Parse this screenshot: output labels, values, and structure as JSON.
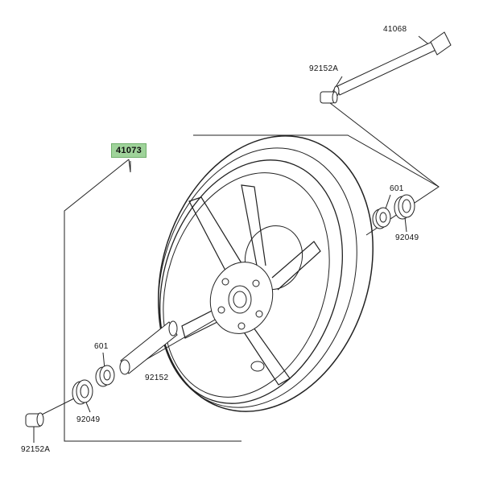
{
  "diagram": {
    "title_part": "41073",
    "highlight_color": "#9fd39a",
    "parts": [
      {
        "id": "axle",
        "number": "41068"
      },
      {
        "id": "collar-right",
        "number": "92152A"
      },
      {
        "id": "wheel",
        "number": "41073"
      },
      {
        "id": "bearing-right",
        "number": "601"
      },
      {
        "id": "seal-right",
        "number": "92049"
      },
      {
        "id": "bearing-left",
        "number": "601"
      },
      {
        "id": "sleeve",
        "number": "92152"
      },
      {
        "id": "seal-left",
        "number": "92049"
      },
      {
        "id": "collar-left",
        "number": "92152A"
      }
    ]
  }
}
